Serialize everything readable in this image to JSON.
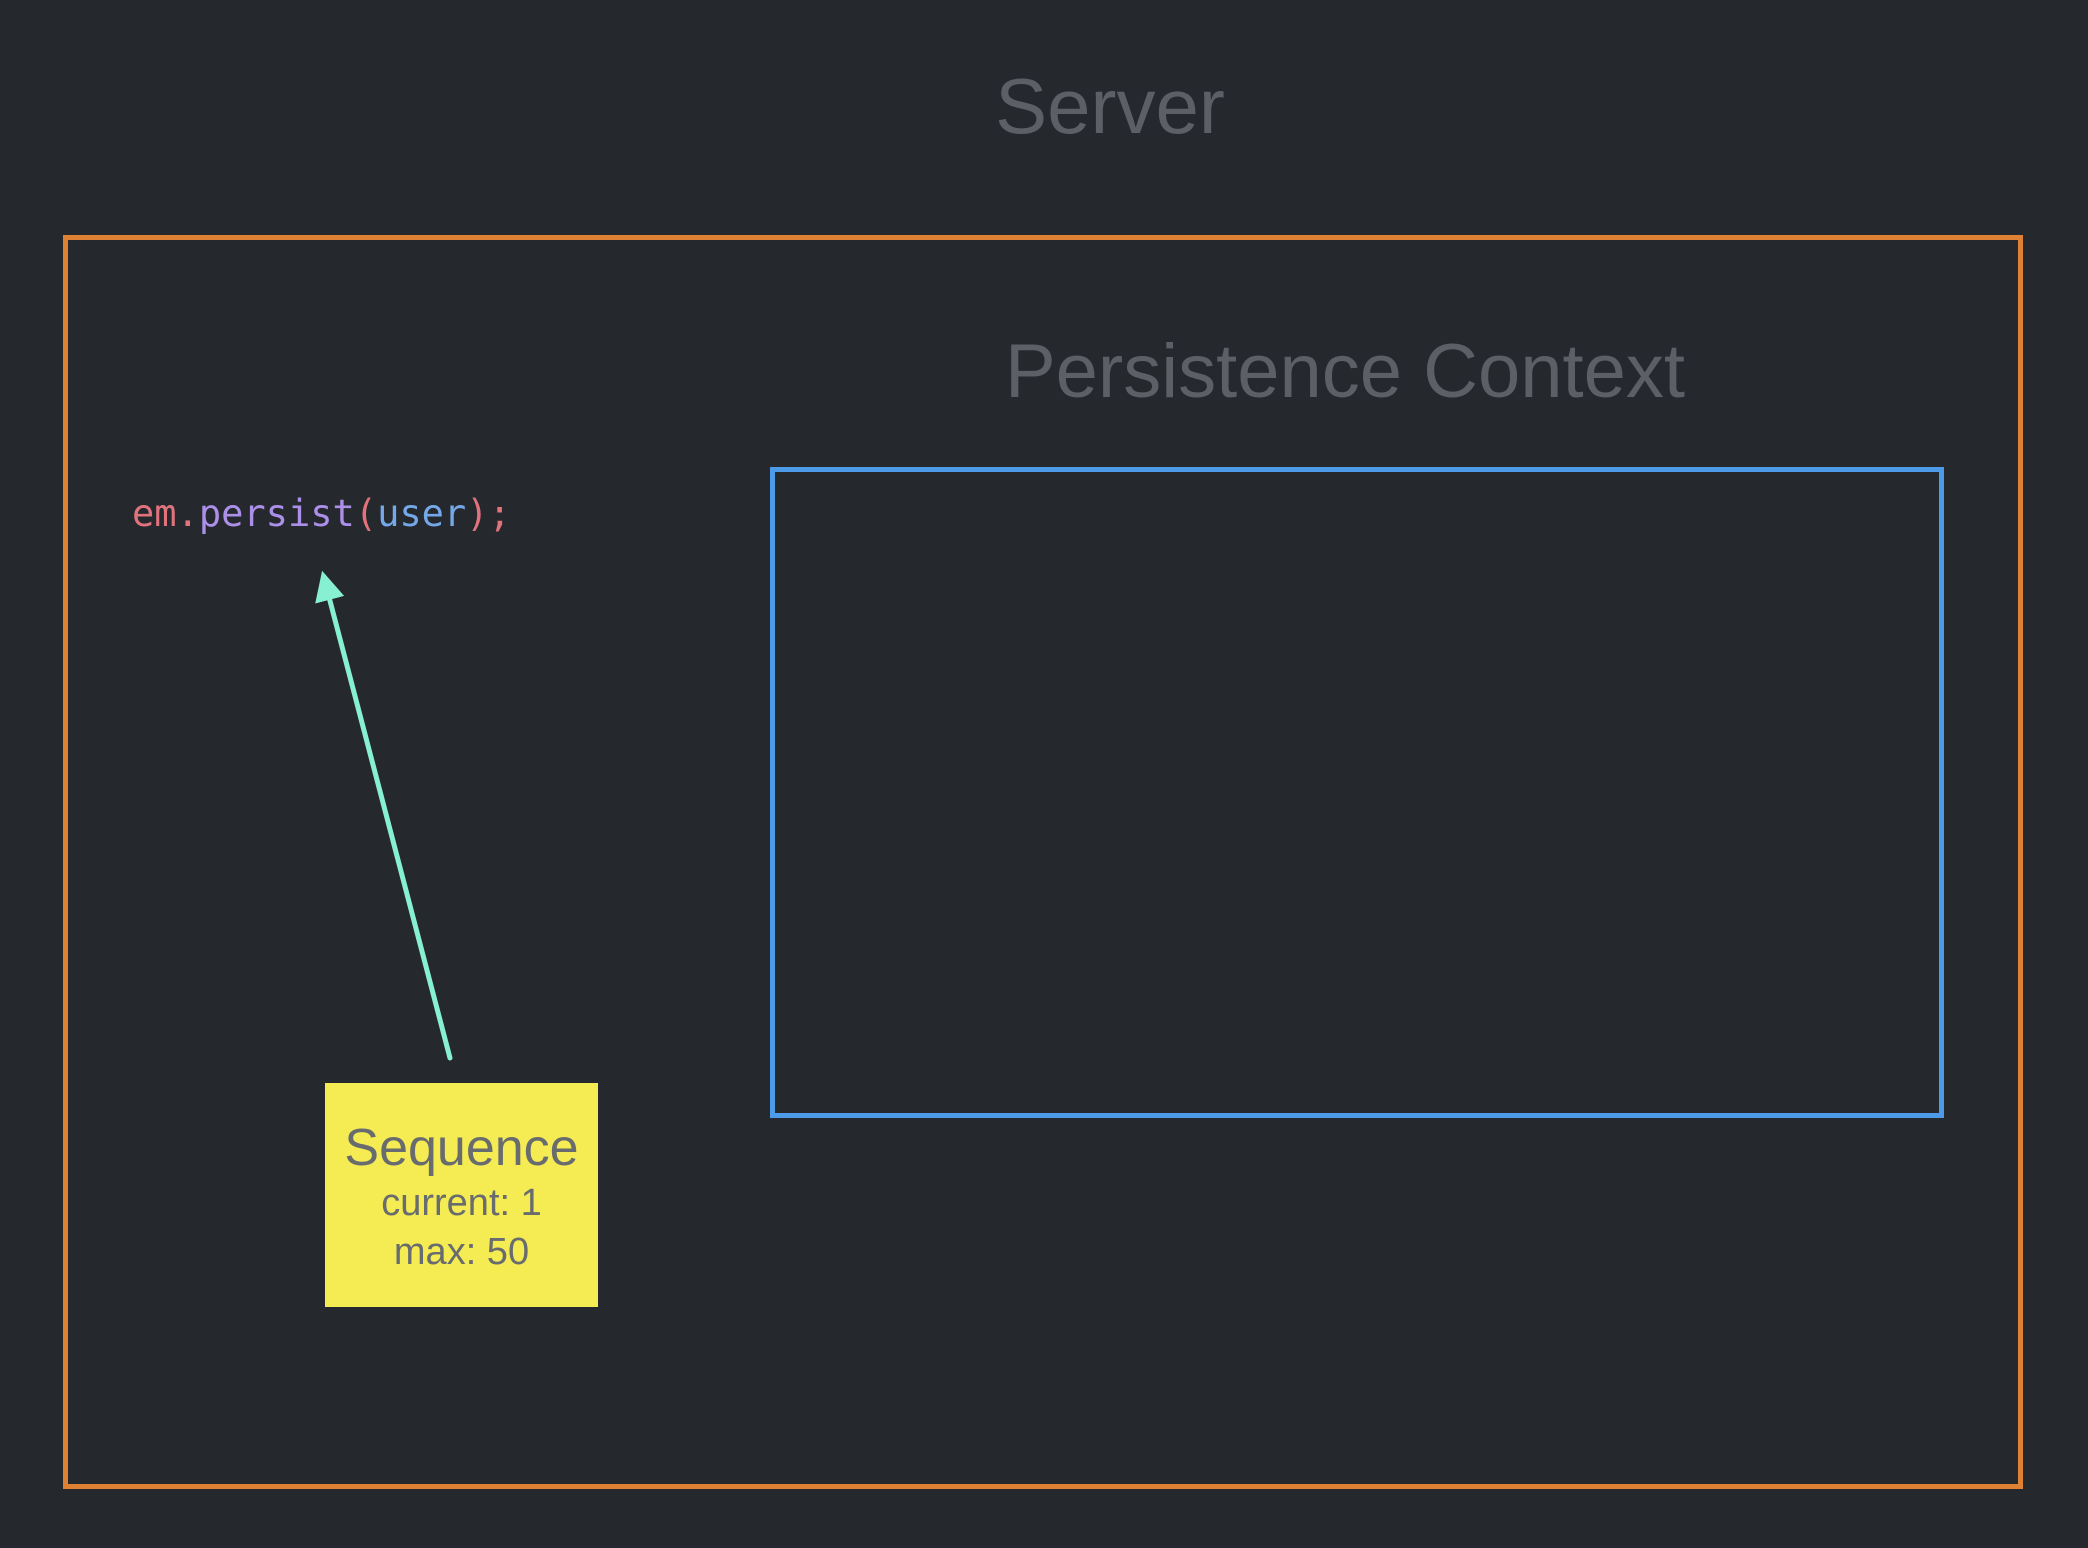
{
  "title": "Server",
  "persistence_context_label": "Persistence Context",
  "code": {
    "text": "em.persist(user);",
    "tokens": [
      {
        "text": "em",
        "color": "#e0737c"
      },
      {
        "text": ".",
        "color": "#e0737c"
      },
      {
        "text": "persist",
        "color": "#ab8fe8"
      },
      {
        "text": "(",
        "color": "#e0737c"
      },
      {
        "text": "user",
        "color": "#74a8e8"
      },
      {
        "text": ")",
        "color": "#e0737c"
      },
      {
        "text": ";",
        "color": "#e0737c"
      }
    ]
  },
  "sequence_note": {
    "title": "Sequence",
    "lines": [
      "current: 1",
      "max: 50"
    ]
  },
  "colors": {
    "background": "#25282d",
    "label-gray": "#5c6066",
    "server-border": "#de8132",
    "context-border": "#4d9be8",
    "note-bg": "#f5eb53",
    "note-text": "#696c6e",
    "arrow": "#87f0d3"
  }
}
